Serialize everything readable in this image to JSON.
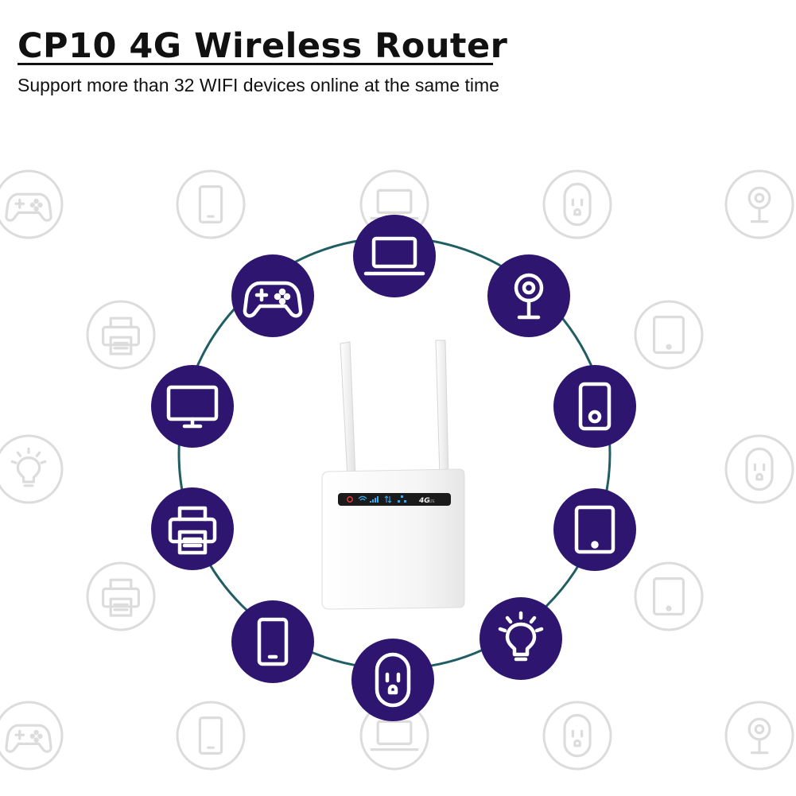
{
  "header": {
    "title": "CP10 4G Wireless Router",
    "subtitle": "Support more than 32 WIFI devices online at the same time"
  },
  "router": {
    "panel_label": "4G",
    "panel_sublabel": "LTE",
    "status_lights": [
      "power",
      "wifi",
      "signal",
      "data",
      "lan"
    ]
  },
  "devices": [
    "laptop-icon",
    "camera-icon",
    "phone-icon",
    "tablet-icon",
    "bulb-icon",
    "socket-icon",
    "phone-icon",
    "printer-icon",
    "monitor-icon",
    "gamepad-icon"
  ],
  "background_icons": [
    "gamepad-icon",
    "phone-icon",
    "laptop-icon",
    "socket-icon",
    "camera-icon",
    "printer-icon",
    "tablet-icon",
    "bulb-icon",
    "socket-icon",
    "printer-icon",
    "tablet-icon",
    "gamepad-icon",
    "phone-icon",
    "laptop-icon",
    "socket-icon",
    "camera-icon"
  ],
  "colors": {
    "circle_fill": "#2e1570",
    "ring": "#1f5e62",
    "ghost": "#dcdcdc",
    "router_body": "#f4f4f4",
    "panel": "#1b1b1b"
  }
}
